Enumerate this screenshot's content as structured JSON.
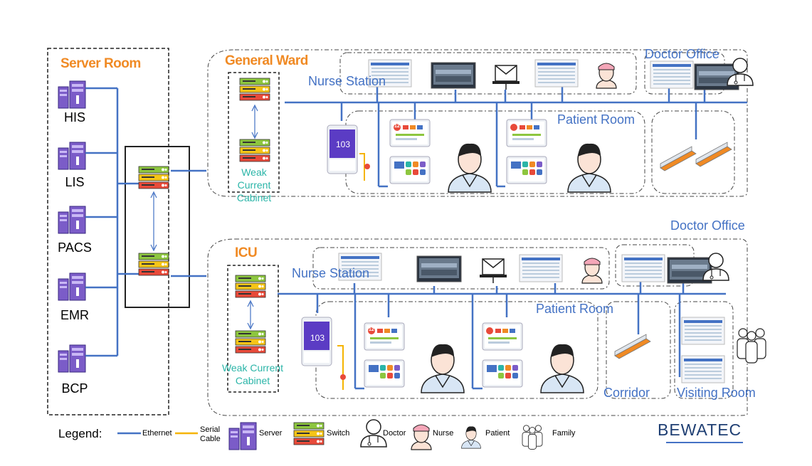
{
  "server_room": {
    "title": "Server Room",
    "servers": [
      "HIS",
      "LIS",
      "PACS",
      "EMR",
      "BCP"
    ]
  },
  "general_ward": {
    "title": "General Ward",
    "nurse_station": "Nurse Station",
    "doctor_office": "Doctor Office",
    "patient_room": "Patient Room",
    "cabinet": "Weak Current\nCabinet",
    "cabinet_line1": "Weak Current",
    "cabinet_line2": "Cabinet",
    "terminal_room_number": "103",
    "terminal_badge": "12"
  },
  "icu": {
    "title": "ICU",
    "nurse_station": "Nurse Station",
    "doctor_office": "Doctor Office",
    "patient_room": "Patient Room",
    "corridor": "Corridor",
    "visiting_room": "Visiting Room",
    "cabinet_line1": "Weak Current",
    "cabinet_line2": "Cabinet",
    "terminal_room_number": "103",
    "terminal_badge": "12"
  },
  "legend": {
    "title": "Legend:",
    "ethernet": "Ethernet",
    "serial_line1": "Serial",
    "serial_line2": "Cable",
    "server": "Server",
    "switch": "Switch",
    "doctor": "Doctor",
    "nurse": "Nurse",
    "patient": "Patient",
    "family": "Family"
  },
  "brand": "BEWATEC",
  "colors": {
    "ethernet": "#4472c4",
    "serial": "#f5b400",
    "title": "#f08a24",
    "label": "#4472c4",
    "cabinet_label": "#2bb5a8",
    "server": "#7b5cc8"
  }
}
